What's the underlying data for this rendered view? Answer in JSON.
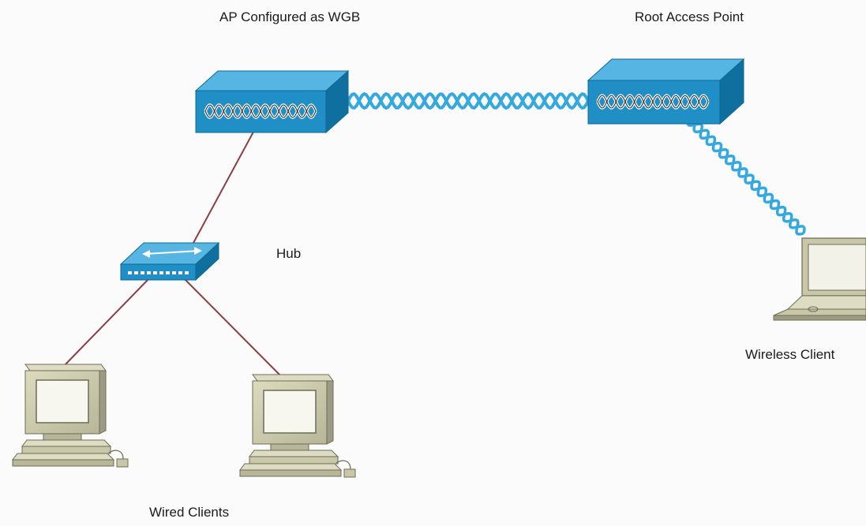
{
  "labels": {
    "wgb_ap": "AP Configured as WGB",
    "root_ap": "Root Access Point",
    "hub": "Hub",
    "wireless_client": "Wireless Client",
    "wired_clients": "Wired Clients"
  },
  "colors": {
    "background": "#fbfbfb",
    "ap_front": "#1f8fc6",
    "ap_top": "#56b5e3",
    "ap_side": "#0f6f9f",
    "wireless_wave": "#35a9df",
    "wired_link": "#8a3f44",
    "computer_body": "#c8c7a8",
    "computer_shadow": "#9d9c82"
  },
  "icons": [
    "access-point-icon",
    "hub-icon",
    "desktop-computer-icon",
    "laptop-icon",
    "wireless-link-icon"
  ]
}
